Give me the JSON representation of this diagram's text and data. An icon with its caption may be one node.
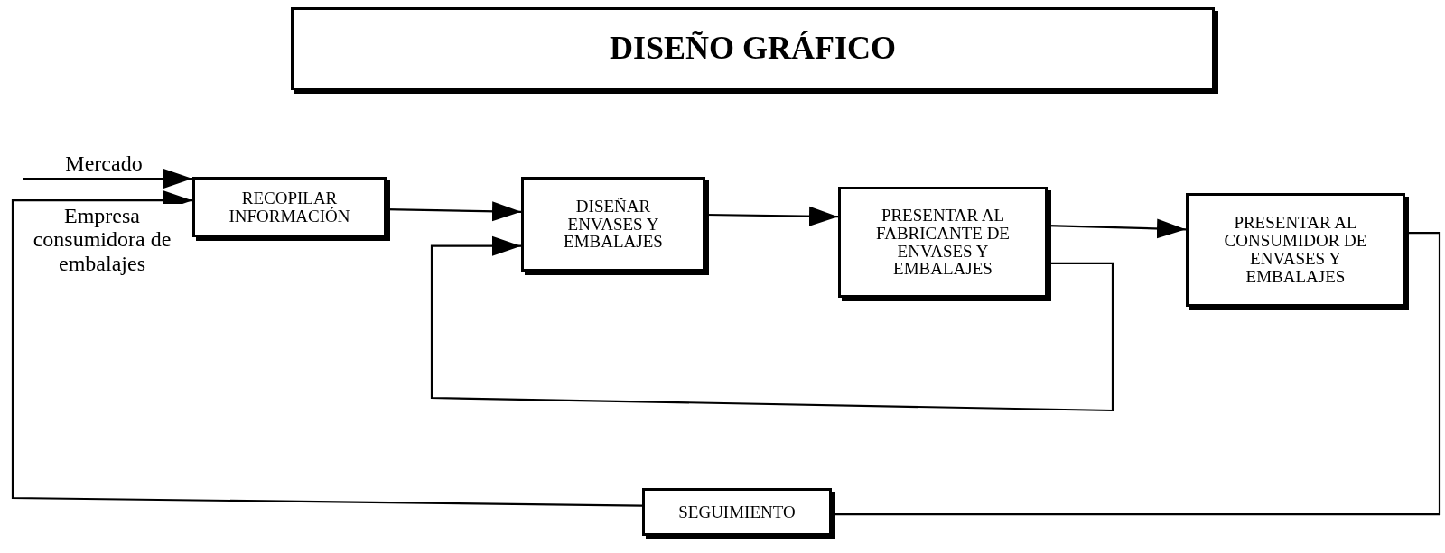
{
  "diagram": {
    "nodes": [
      {
        "text": [
          "DISEÑO GRÁFICO"
        ]
      },
      {
        "text": [
          "RECOPILAR INFORMACIÓN"
        ]
      },
      {
        "text": [
          "DISEÑAR ENVASES Y EMBALAJES"
        ]
      },
      {
        "text": [
          "PRESENTAR AL FABRICANTE DE ENVASES Y EMBALAJES"
        ]
      },
      {
        "text": [
          "PRESENTAR AL CONSUMIDOR DE ENVASES Y EMBALAJES"
        ]
      },
      {
        "text": [
          "SEGUIMIENTO"
        ]
      }
    ],
    "edges": [
      {
        "from": null,
        "to": 1,
        "arrow": "to",
        "label": "Mercado"
      },
      {
        "from": 5,
        "to": 1,
        "arrow": "to",
        "label": "Empresa consumidora de embalajes"
      },
      {
        "from": 1,
        "to": 2,
        "arrow": "to"
      },
      {
        "from": 2,
        "to": 3,
        "arrow": "to"
      },
      {
        "from": 3,
        "to": 2,
        "arrow": "to"
      },
      {
        "from": 3,
        "to": 4,
        "arrow": "to"
      },
      {
        "from": 4,
        "to": 5,
        "arrow": "none"
      }
    ]
  }
}
